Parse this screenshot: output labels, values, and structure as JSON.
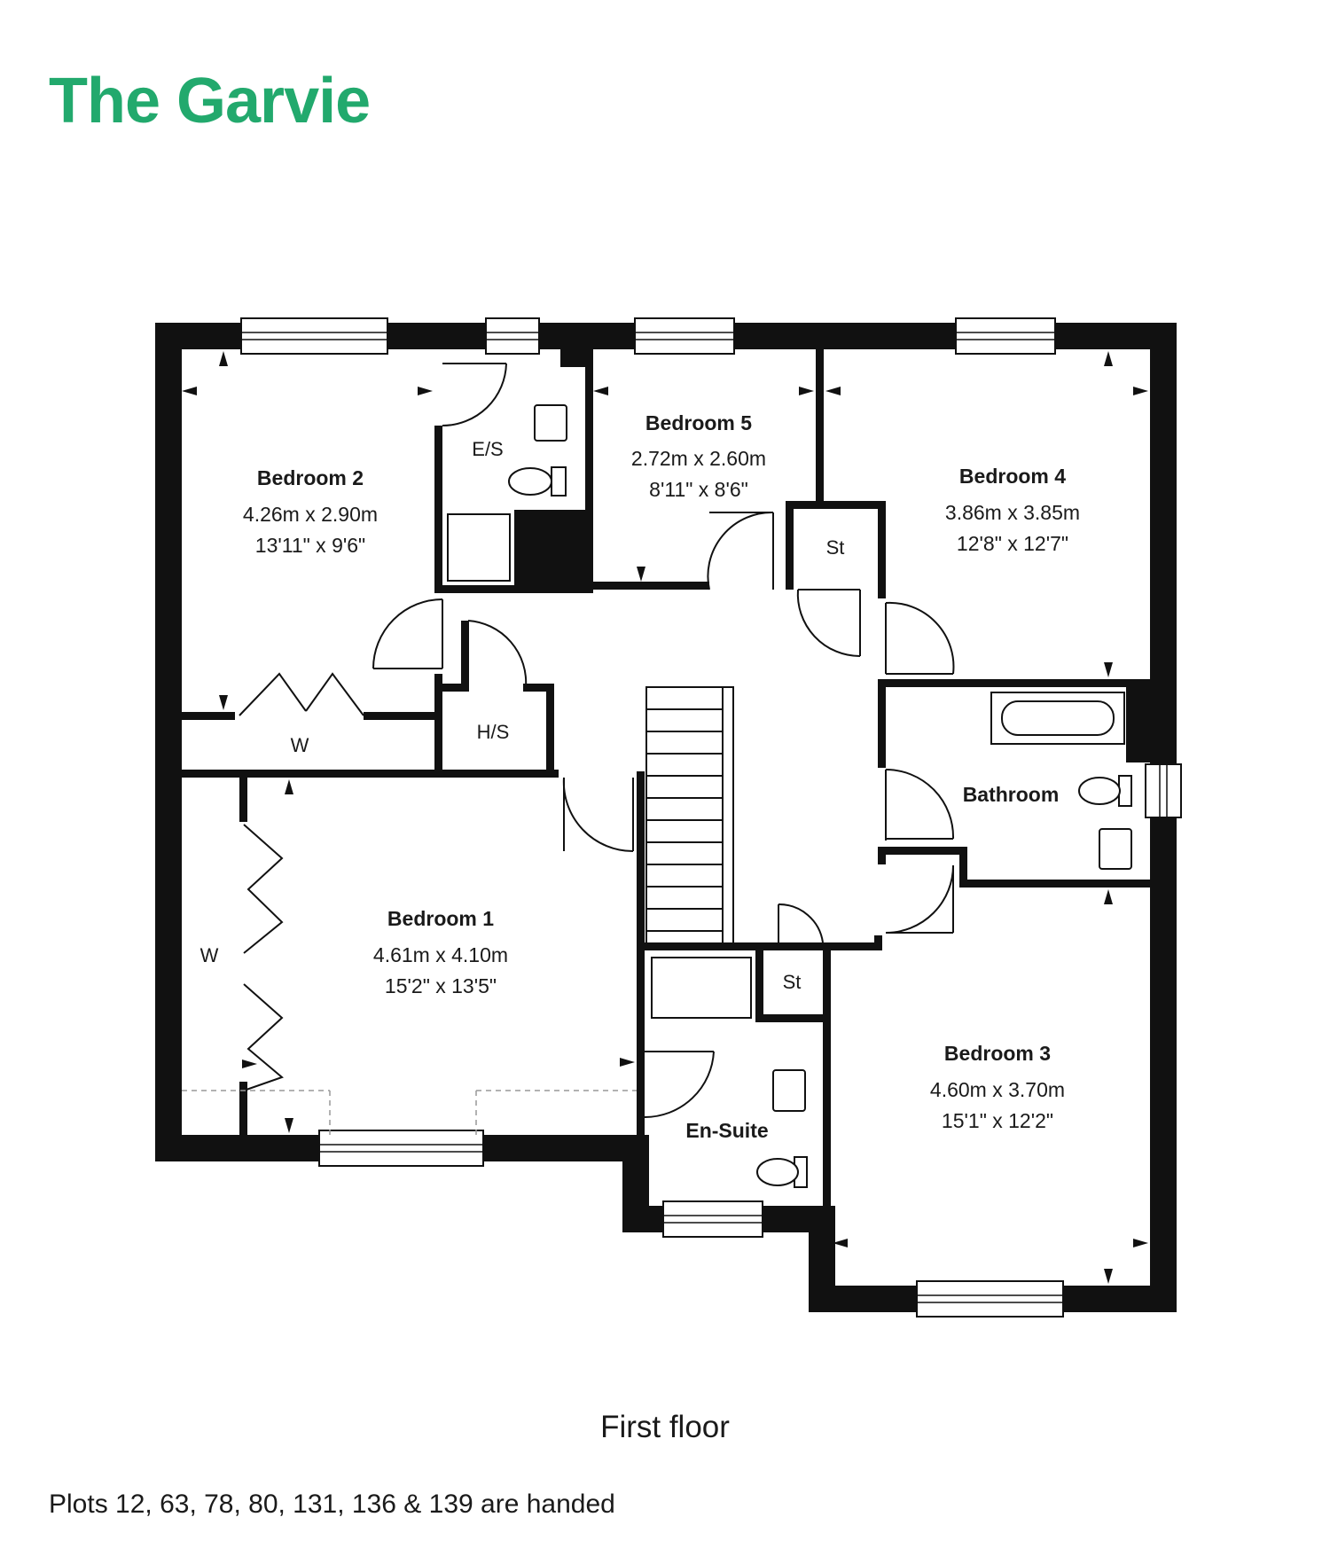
{
  "title": "The Garvie",
  "floor_label": "First floor",
  "plots_note": "Plots 12, 63, 78, 80, 131, 136 & 139 are handed",
  "colors": {
    "title": "#22a96d",
    "wall": "#111111"
  },
  "rooms": {
    "bedroom2": {
      "name": "Bedroom 2",
      "metric": "4.26m x 2.90m",
      "imperial": "13'11\" x 9'6\""
    },
    "bedroom5": {
      "name": "Bedroom 5",
      "metric": "2.72m x 2.60m",
      "imperial": "8'11\" x 8'6\""
    },
    "bedroom4": {
      "name": "Bedroom 4",
      "metric": "3.86m x 3.85m",
      "imperial": "12'8\" x 12'7\""
    },
    "bedroom1": {
      "name": "Bedroom 1",
      "metric": "4.61m x 4.10m",
      "imperial": "15'2\" x 13'5\""
    },
    "bedroom3": {
      "name": "Bedroom 3",
      "metric": "4.60m x 3.70m",
      "imperial": "15'1\" x 12'2\""
    },
    "bathroom": {
      "name": "Bathroom"
    },
    "ensuite_main": {
      "name": "En-Suite"
    },
    "es": {
      "name": "E/S"
    },
    "hs": {
      "name": "H/S"
    },
    "st_upper": {
      "name": "St"
    },
    "st_lower": {
      "name": "St"
    },
    "wardrobe_bed2": {
      "name": "W"
    },
    "wardrobe_bed1": {
      "name": "W"
    }
  }
}
